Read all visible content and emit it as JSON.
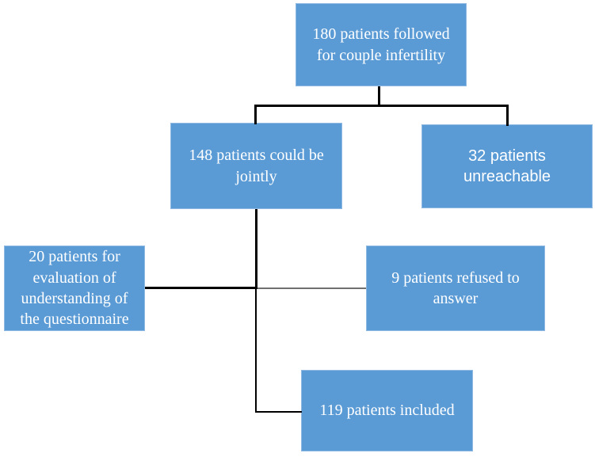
{
  "figure": {
    "type": "patient-flow-diagram",
    "boxes": {
      "followed": {
        "lines": [
          "180 patients followed",
          "for couple infertility"
        ]
      },
      "jointly": {
        "lines": [
          "148 patients could be",
          "jointly"
        ]
      },
      "unreachable": {
        "lines": [
          "32 patients",
          "unreachable"
        ]
      },
      "evaluation": {
        "lines": [
          "20 patients for",
          "evaluation of",
          "understanding of",
          "the questionnaire"
        ]
      },
      "refused": {
        "lines": [
          "9 patients refused to",
          "answer"
        ]
      },
      "included": {
        "lines": [
          "119 patients included"
        ]
      }
    },
    "colors": {
      "box_fill": "#5B9BD5",
      "box_border": "#8FB9E2",
      "box_text": "#FFFFFF",
      "connector": "#000000",
      "connector_thin": "#707070"
    }
  }
}
